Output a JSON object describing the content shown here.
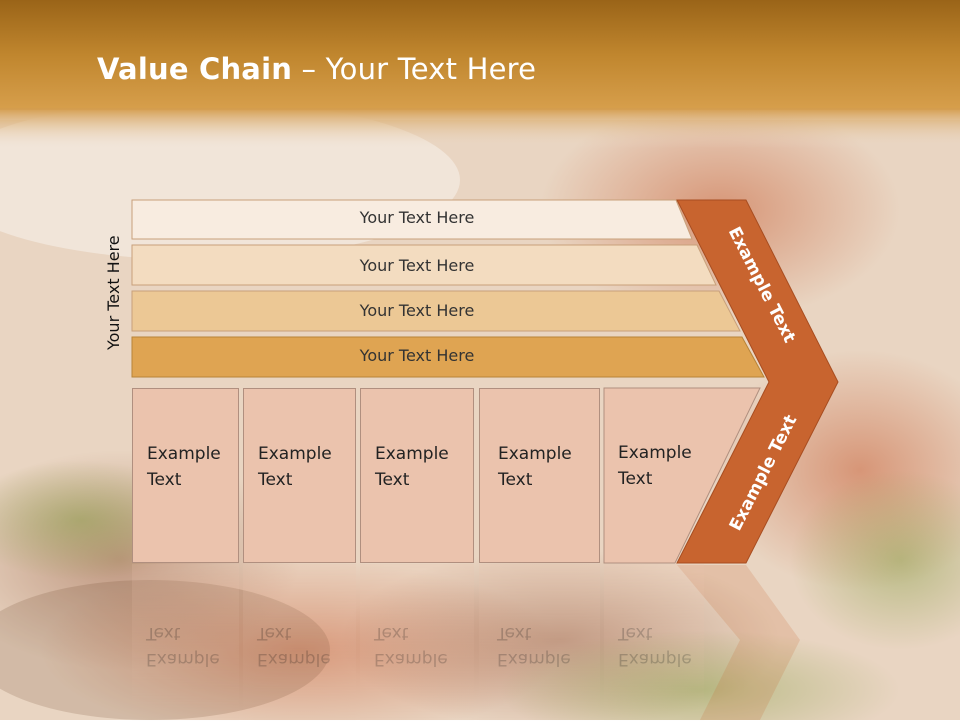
{
  "slide": {
    "title_bold": "Value Chain",
    "title_rest": " – Your Text Here"
  },
  "side_label": "Your Text Here",
  "rows": [
    {
      "label": "Your Text Here",
      "color": "#f8ece0"
    },
    {
      "label": "Your Text Here",
      "color": "#f3dcc0"
    },
    {
      "label": "Your Text Here",
      "color": "#ecc895"
    },
    {
      "label": "Your Text Here",
      "color": "#dfa452"
    }
  ],
  "boxes": [
    {
      "line1": "Example",
      "line2": "Text"
    },
    {
      "line1": "Example",
      "line2": "Text"
    },
    {
      "line1": "Example",
      "line2": "Text"
    },
    {
      "line1": "Example",
      "line2": "Text"
    },
    {
      "line1": "Example",
      "line2": "Text"
    }
  ],
  "arrow": {
    "upper_label": "Example Text",
    "lower_label": "Example Text",
    "color": "#c8642f"
  },
  "colors": {
    "header": "#c58a33",
    "box_fill": "#ebc3ad"
  }
}
